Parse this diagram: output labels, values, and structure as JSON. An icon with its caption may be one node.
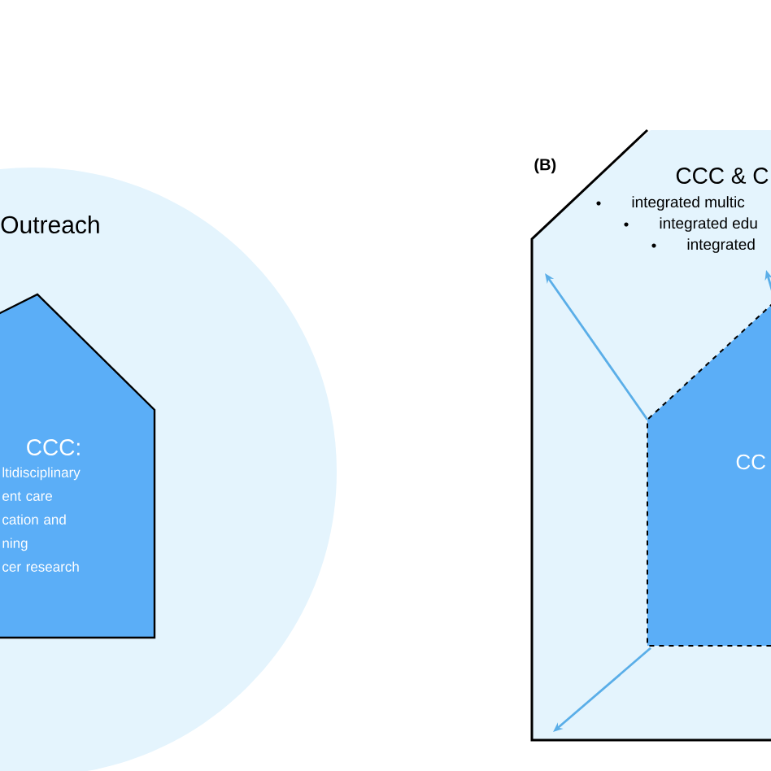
{
  "diagram": {
    "nodes": [
      {
        "text": [
          "Outreach"
        ]
      },
      {
        "text": [
          "CCC:",
          "ltidisciplinary ent care",
          "cation and ning",
          "cer research"
        ],
        "in": 0
      },
      {
        "text": [
          "CCC & C",
          "integrated multic",
          "integrated edu",
          "integrated"
        ]
      },
      {
        "text": [
          "CC"
        ],
        "in": 2
      }
    ],
    "edges": [
      {
        "from": 3,
        "to": null,
        "arrow": "to"
      },
      {
        "from": 3,
        "to": null,
        "arrow": "to"
      },
      {
        "from": 3,
        "to": null,
        "arrow": "to"
      }
    ],
    "labels": [
      "(B)"
    ]
  }
}
